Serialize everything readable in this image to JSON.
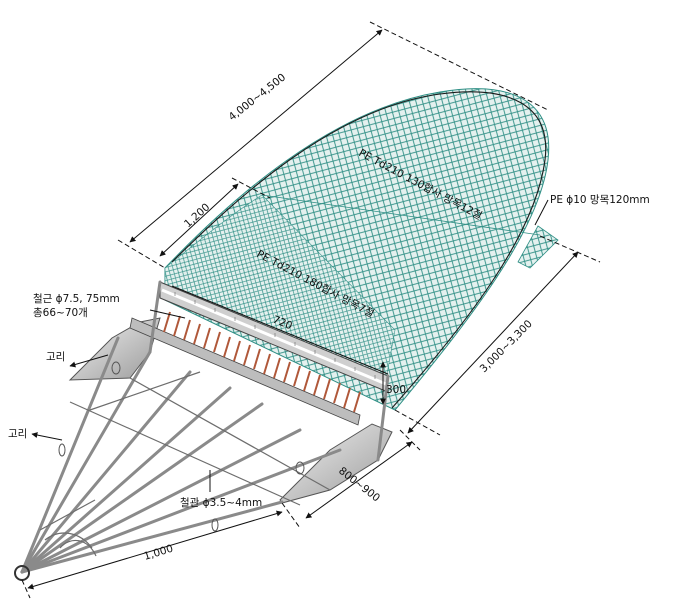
{
  "labels": {
    "overall_length": "4,000~4,500",
    "section_length": "1,200",
    "upper_net": "PE Td210 130합사 망목12절",
    "lower_net": "PE Td210 180합사 망목7절",
    "rope": "PE ϕ10 망목120mm",
    "side_length": "3,000~3,300",
    "rebar_line1": "철근 ϕ7.5, 75mm",
    "rebar_line2": "총66~70개",
    "ring_upper": "고리",
    "ring_lower": "고리",
    "dim_720": "720",
    "dim_300": "300",
    "dim_width": "800~900",
    "pipe": "철관 ϕ3.5~4mm",
    "base_length": "1,000"
  },
  "colors": {
    "net": "#2f8f85",
    "net_bg": "#dfeeed",
    "rods": "#8a8a8a",
    "teeth": "#b0583a",
    "frame_fill": "#d8d8d8"
  }
}
